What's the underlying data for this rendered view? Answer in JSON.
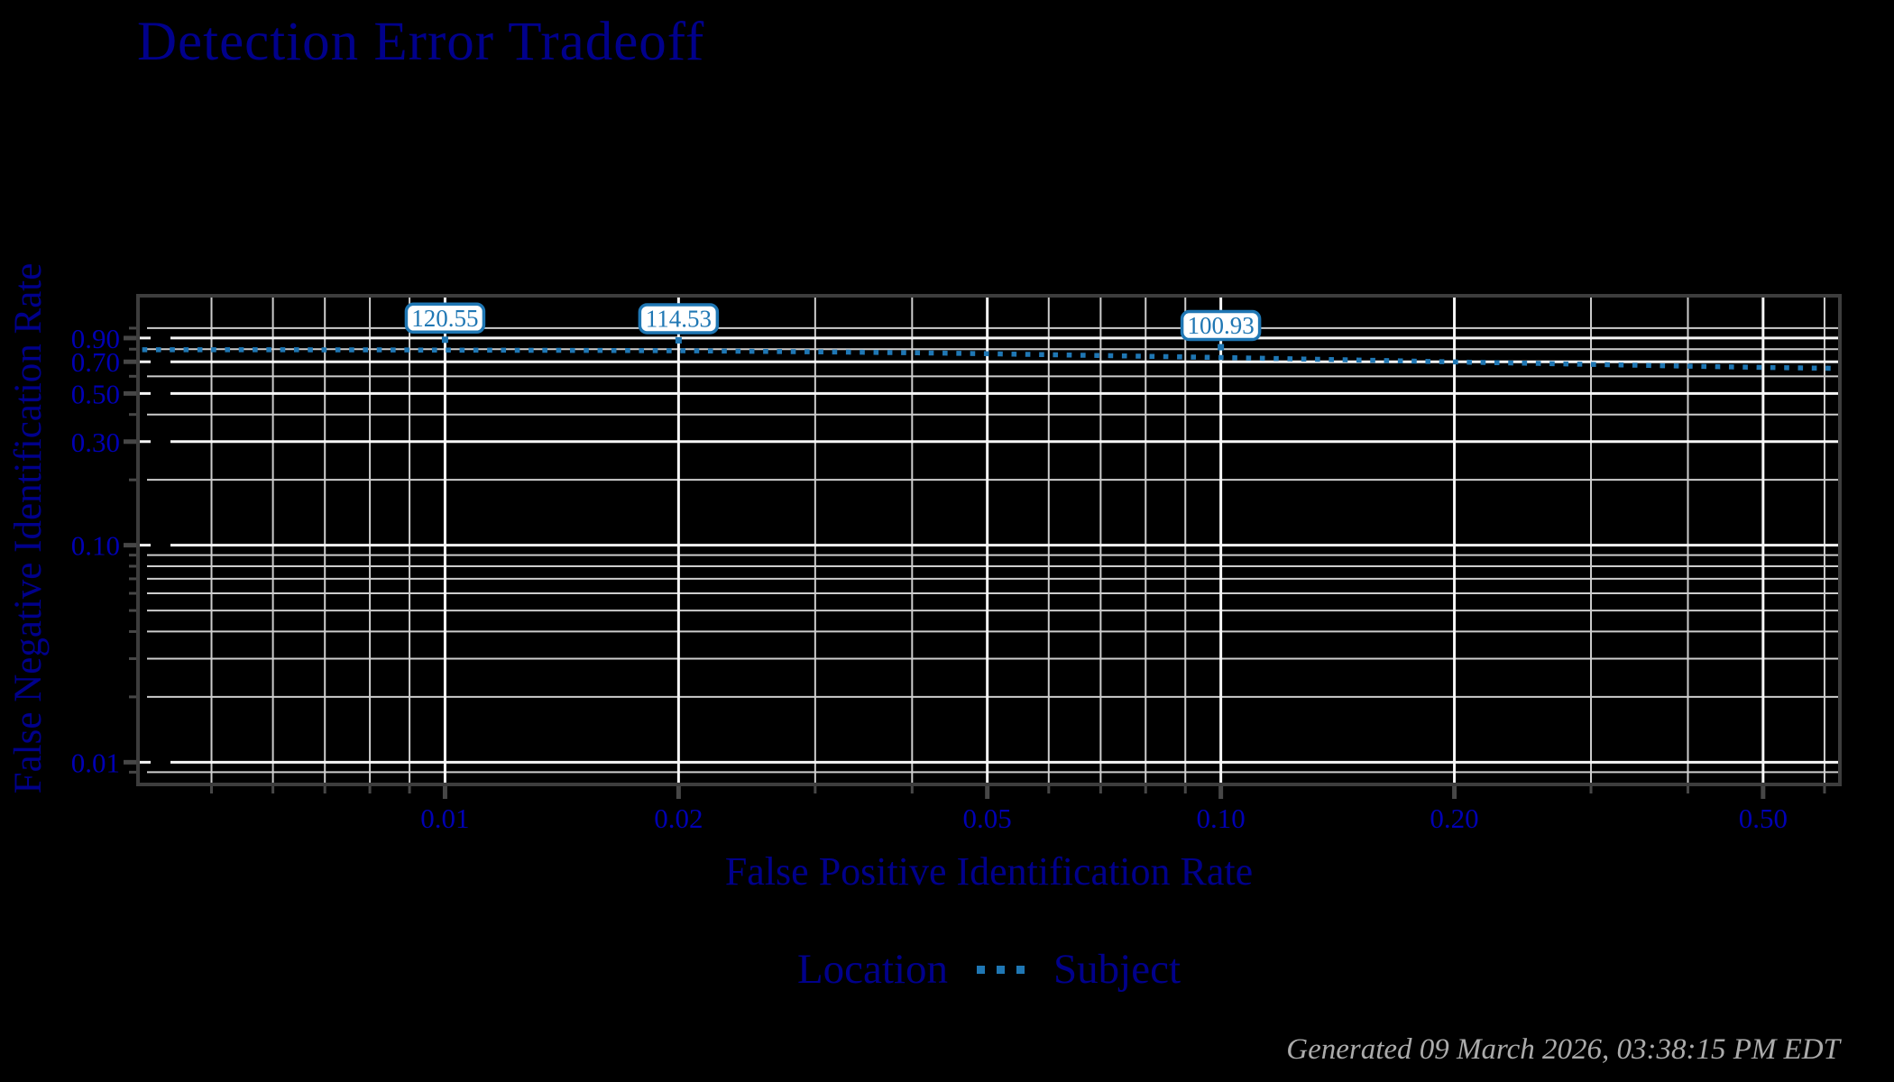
{
  "page": {
    "background": "#000000"
  },
  "chart_data": {
    "type": "line",
    "scale": "log-log",
    "title": "Detection Error Tradeoff",
    "xlabel": "False Positive Identification Rate",
    "ylabel": "False Negative Identification Rate",
    "xlim": [
      0.00402,
      0.628
    ],
    "ylim": [
      0.0079,
      1.41
    ],
    "grid": true,
    "x_ticks": [
      {
        "v": 0.01,
        "label": "0.01"
      },
      {
        "v": 0.02,
        "label": "0.02"
      },
      {
        "v": 0.05,
        "label": "0.05"
      },
      {
        "v": 0.1,
        "label": "0.10"
      },
      {
        "v": 0.2,
        "label": "0.20"
      },
      {
        "v": 0.5,
        "label": "0.50"
      }
    ],
    "y_ticks": [
      {
        "v": 0.9,
        "label": "0.90"
      },
      {
        "v": 0.7,
        "label": "0.70"
      },
      {
        "v": 0.5,
        "label": "0.50"
      },
      {
        "v": 0.3,
        "label": "0.30"
      },
      {
        "v": 0.1,
        "label": "0.10"
      },
      {
        "v": 0.01,
        "label": "0.01"
      }
    ],
    "x_minor": [
      0.005,
      0.006,
      0.007,
      0.008,
      0.009,
      0.03,
      0.04,
      0.06,
      0.07,
      0.08,
      0.09,
      0.3,
      0.4,
      0.6
    ],
    "y_minor": [
      0.009,
      0.02,
      0.03,
      0.04,
      0.05,
      0.06,
      0.07,
      0.08,
      0.09,
      0.2,
      0.4,
      0.6,
      0.8,
      1.0
    ],
    "series": [
      {
        "name": "Subject",
        "style": "dotted",
        "color": "#1f77b4",
        "points": [
          [
            0.0041,
            0.795
          ],
          [
            0.006,
            0.795
          ],
          [
            0.008,
            0.794
          ],
          [
            0.01,
            0.792
          ],
          [
            0.015,
            0.79
          ],
          [
            0.02,
            0.787
          ],
          [
            0.03,
            0.778
          ],
          [
            0.04,
            0.77
          ],
          [
            0.05,
            0.762
          ],
          [
            0.07,
            0.748
          ],
          [
            0.1,
            0.732
          ],
          [
            0.15,
            0.713
          ],
          [
            0.2,
            0.699
          ],
          [
            0.3,
            0.681
          ],
          [
            0.4,
            0.668
          ],
          [
            0.5,
            0.659
          ],
          [
            0.627,
            0.652
          ]
        ]
      }
    ],
    "annotations": [
      {
        "x": 0.01,
        "y": 0.792,
        "label": "120.55"
      },
      {
        "x": 0.02,
        "y": 0.787,
        "label": "114.53"
      },
      {
        "x": 0.1,
        "y": 0.732,
        "label": "100.93"
      }
    ],
    "legend": {
      "title": "Location",
      "position": "bottom-center",
      "entries": [
        {
          "label": "Subject",
          "style": "dotted",
          "color": "#1f77b4"
        }
      ]
    }
  },
  "footer": {
    "text": "Generated 09 March 2026, 03:38:15 PM EDT"
  },
  "colors": {
    "title_navy": "#00008B",
    "tick_blue": "#0000B4",
    "series_blue": "#1f77b4",
    "grid_major": "#f6f6f6",
    "grid_minor": "#cdcdcd",
    "spine": "#3d3d3d",
    "tick_mark": "#474747",
    "annotation_bg": "#ffffff",
    "footer_gray": "#ababab"
  }
}
